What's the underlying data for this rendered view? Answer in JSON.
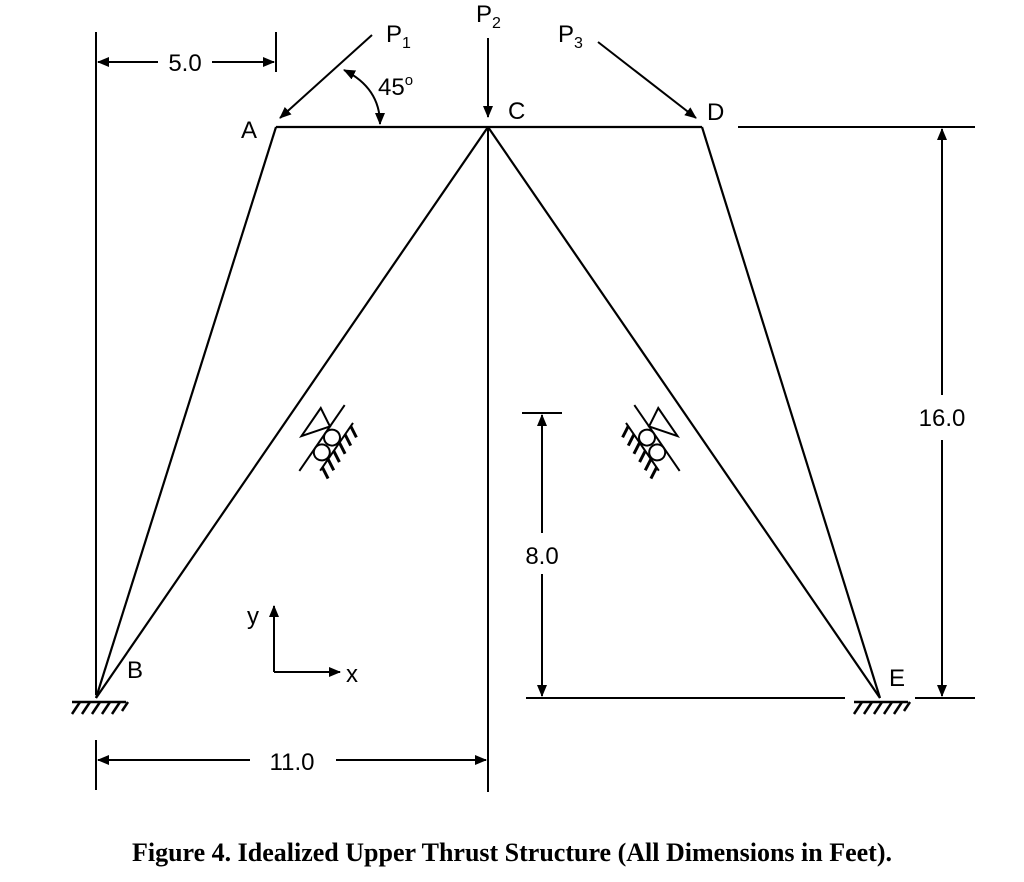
{
  "nodes": {
    "a": "A",
    "b": "B",
    "c": "C",
    "d": "D",
    "e": "E"
  },
  "loads": {
    "p1": {
      "base": "P",
      "sub": "1"
    },
    "p2": {
      "base": "P",
      "sub": "2"
    },
    "p3": {
      "base": "P",
      "sub": "3"
    }
  },
  "angle": {
    "value": "45",
    "unit": "o"
  },
  "dimensions": {
    "top_left": "5.0",
    "bottom": "11.0",
    "right": "16.0",
    "inner": "8.0"
  },
  "axes": {
    "x": "x",
    "y": "y"
  },
  "caption": "Figure 4.  Idealized Upper Thrust Structure (All Dimensions in Feet)."
}
